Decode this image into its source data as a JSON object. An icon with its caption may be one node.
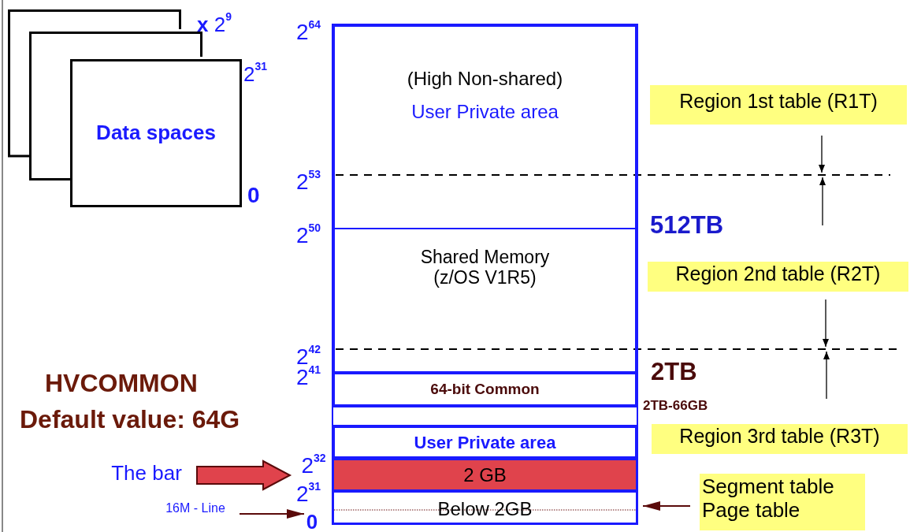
{
  "diagram": {
    "nodes": [
      {
        "text": [],
        "shape": "box"
      },
      {
        "text": [],
        "shape": "box"
      },
      {
        "text": [
          "Data spaces"
        ]
      },
      {
        "text": [
          "(High Non-shared)",
          "User Private area"
        ]
      },
      {
        "text": [
          "Shared Memory (z/OS V1R5)"
        ]
      },
      {
        "text": [
          "64-bit Common"
        ]
      },
      {
        "text": [],
        "shape": "box"
      },
      {
        "text": [
          "User Private area"
        ]
      },
      {
        "text": [
          "2 GB"
        ]
      },
      {
        "text": [
          "Below 2GB"
        ]
      },
      {
        "text": [
          "Region 1st table (R1T)"
        ]
      },
      {
        "text": [
          "Region 2nd table (R2T)"
        ]
      },
      {
        "text": [
          "Region 3rd table (R3T)"
        ]
      },
      {
        "text": [
          "Segment table",
          "Page table"
        ]
      },
      {
        "text": [
          "The bar"
        ]
      },
      {
        "text": [
          "2$^{32}$"
        ]
      },
      {
        "text": [
          "16M - Line"
        ]
      },
      {
        "text": [
          "0"
        ]
      }
    ],
    "edges": [
      {
        "from": 14,
        "to": 15,
        "arrow": "to",
        "style": "thick",
        "color": "#e0434c"
      },
      {
        "from": 16,
        "to": 17,
        "arrow": "to",
        "color": "#5a0a0a"
      },
      {
        "from": 13,
        "to": 9,
        "arrow": "to",
        "color": "#5a0a0a"
      }
    ],
    "labels": [
      "**x** 2$^{9}$",
      "2$^{31}$",
      "0",
      "2$^{64}$",
      "2$^{53}$",
      "2$^{50}$",
      "2$^{42}$",
      "2$^{41}$",
      "2$^{31}$",
      "512TB",
      "2TB",
      "2TB-66GB",
      "HVCOMMON",
      "Default value: 64G"
    ]
  }
}
